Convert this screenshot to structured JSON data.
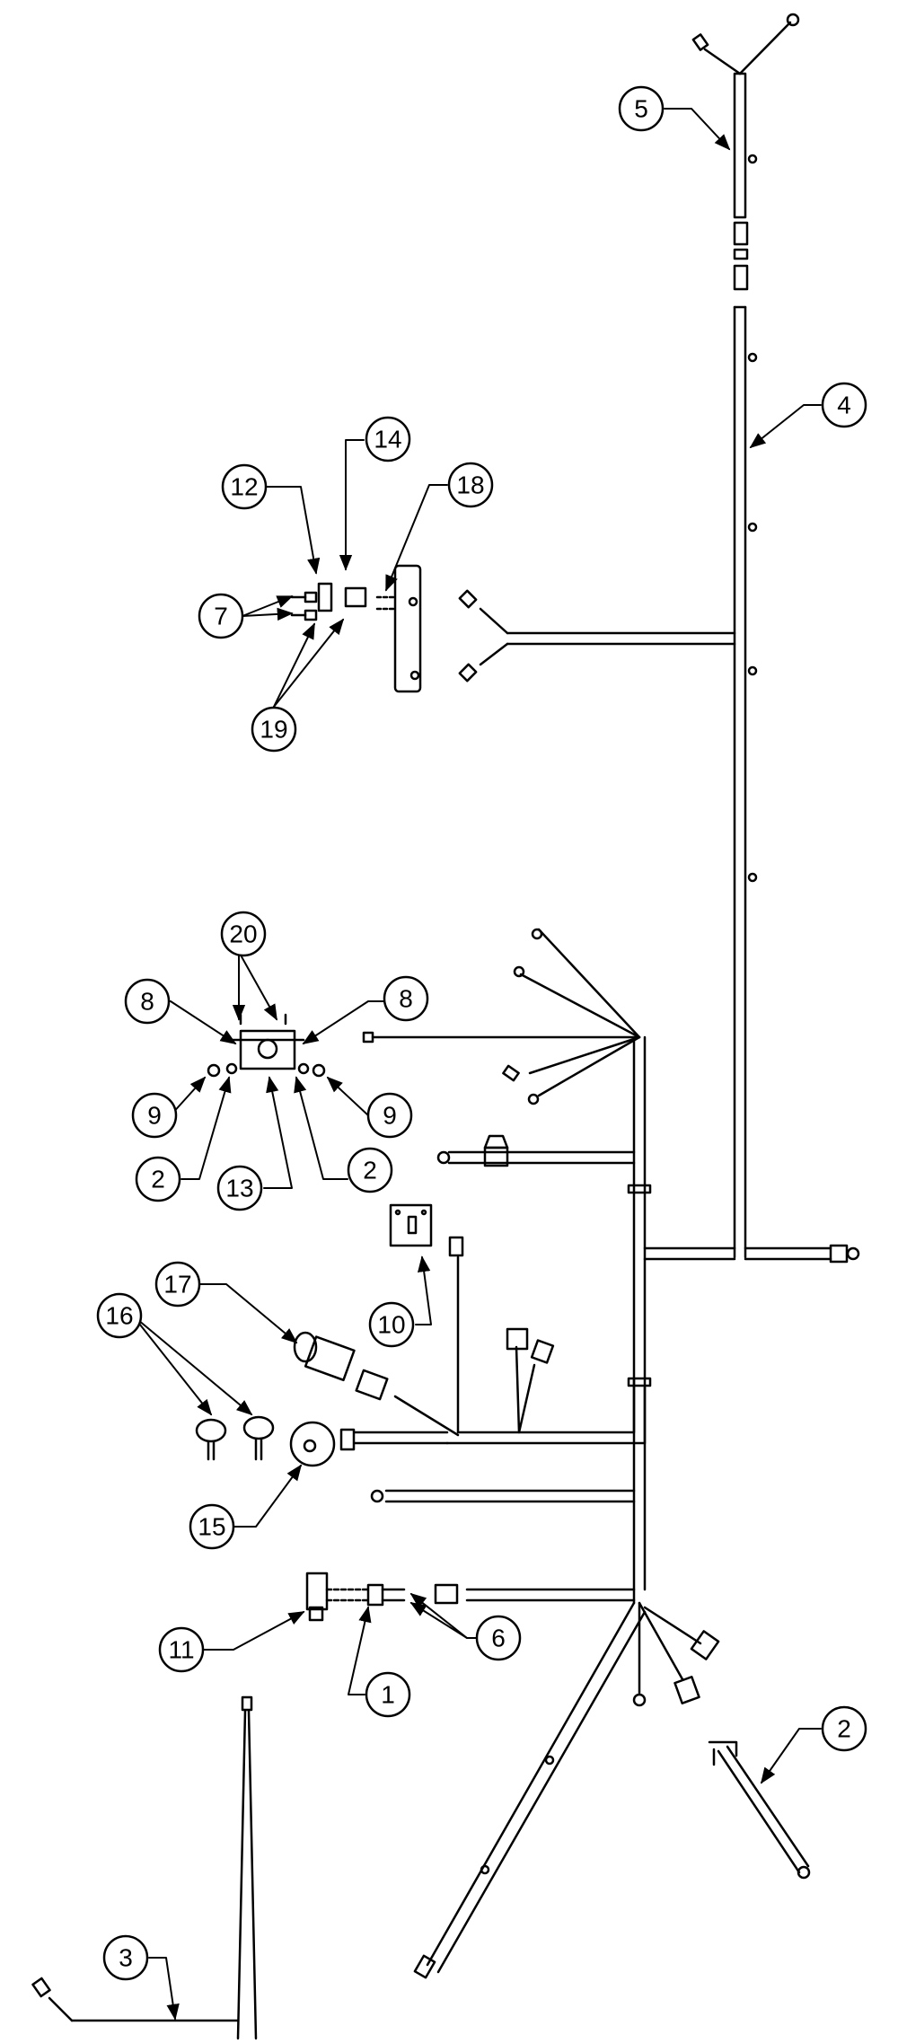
{
  "diagram": {
    "line_color": "#000000",
    "background": "#ffffff",
    "callouts": [
      {
        "id": "c1",
        "label": "1"
      },
      {
        "id": "c2a",
        "label": "2"
      },
      {
        "id": "c2b",
        "label": "2"
      },
      {
        "id": "c2c",
        "label": "2"
      },
      {
        "id": "c3",
        "label": "3"
      },
      {
        "id": "c4",
        "label": "4"
      },
      {
        "id": "c5",
        "label": "5"
      },
      {
        "id": "c6",
        "label": "6"
      },
      {
        "id": "c7",
        "label": "7"
      },
      {
        "id": "c8a",
        "label": "8"
      },
      {
        "id": "c8b",
        "label": "8"
      },
      {
        "id": "c9a",
        "label": "9"
      },
      {
        "id": "c9b",
        "label": "9"
      },
      {
        "id": "c10",
        "label": "10"
      },
      {
        "id": "c11",
        "label": "11"
      },
      {
        "id": "c12",
        "label": "12"
      },
      {
        "id": "c13",
        "label": "13"
      },
      {
        "id": "c14",
        "label": "14"
      },
      {
        "id": "c15",
        "label": "15"
      },
      {
        "id": "c16",
        "label": "16"
      },
      {
        "id": "c17",
        "label": "17"
      },
      {
        "id": "c18",
        "label": "18"
      },
      {
        "id": "c19",
        "label": "19"
      },
      {
        "id": "c20",
        "label": "20"
      }
    ]
  }
}
